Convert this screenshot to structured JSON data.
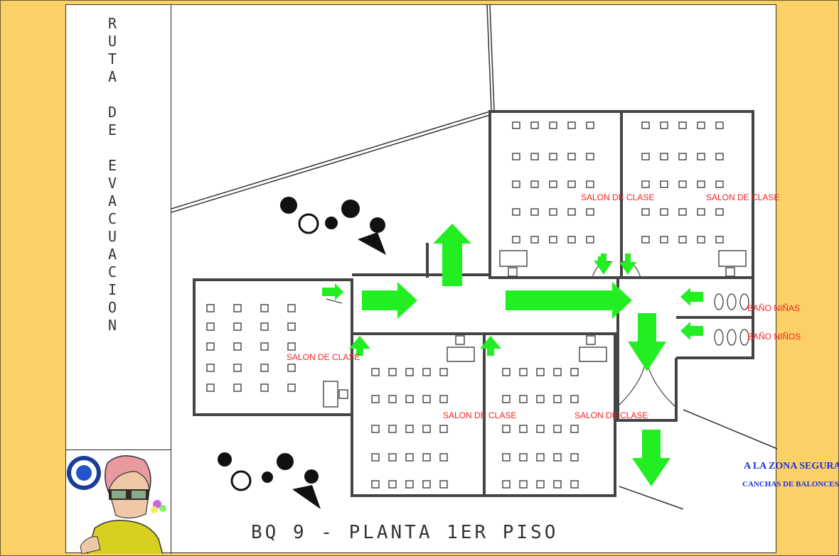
{
  "sidebar": {
    "title_lines": [
      "R",
      "U",
      "T",
      "A",
      "",
      "D",
      "E",
      "",
      "E",
      "V",
      "A",
      "C",
      "U",
      "A",
      "C",
      "I",
      "O",
      "N"
    ]
  },
  "rooms": {
    "left": "SALON DE CLASE",
    "upper_1": "SALON DE CLASE",
    "upper_2": "SALON DE CLASE",
    "lower_1": "SALON DE CLASE",
    "lower_2": "SALON DE CLASE",
    "bano_ninas": "BAÑO NIÑAS",
    "bano_ninos": "BAÑO NIÑOS"
  },
  "safe_zone": {
    "line1": "A LA ZONA SEGURA",
    "line2": "CANCHAS DE BALONCESTO"
  },
  "footer": {
    "title": "BQ 9 - PLANTA 1ER PISO"
  },
  "colors": {
    "frame": "#fbd067",
    "arrow": "#22ee22",
    "room_label": "#ff1f1f",
    "safe_zone_label": "#1c2fe0"
  },
  "icons": [
    "evacuation-arrow-icon",
    "desk-icon",
    "tree-icon",
    "toilet-icon",
    "mascot-logo-icon"
  ]
}
